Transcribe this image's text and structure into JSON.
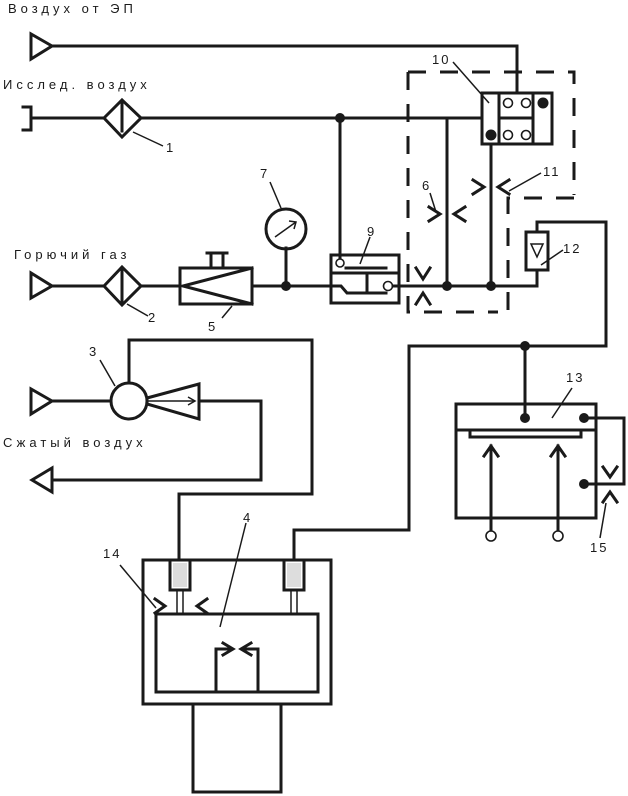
{
  "diagram": {
    "inputs": {
      "air_from_ep": "Воздух от ЭП",
      "test_air": "Исслед. воздух",
      "fuel_gas": "Горючий газ",
      "compressed_air": "Сжатый воздух"
    },
    "callouts": [
      "1",
      "2",
      "3",
      "4",
      "5",
      "6",
      "7",
      "9",
      "10",
      "11",
      "12",
      "13",
      "14",
      "15"
    ],
    "colors": {
      "line": "#1a1a1a",
      "background": "#ffffff"
    }
  }
}
